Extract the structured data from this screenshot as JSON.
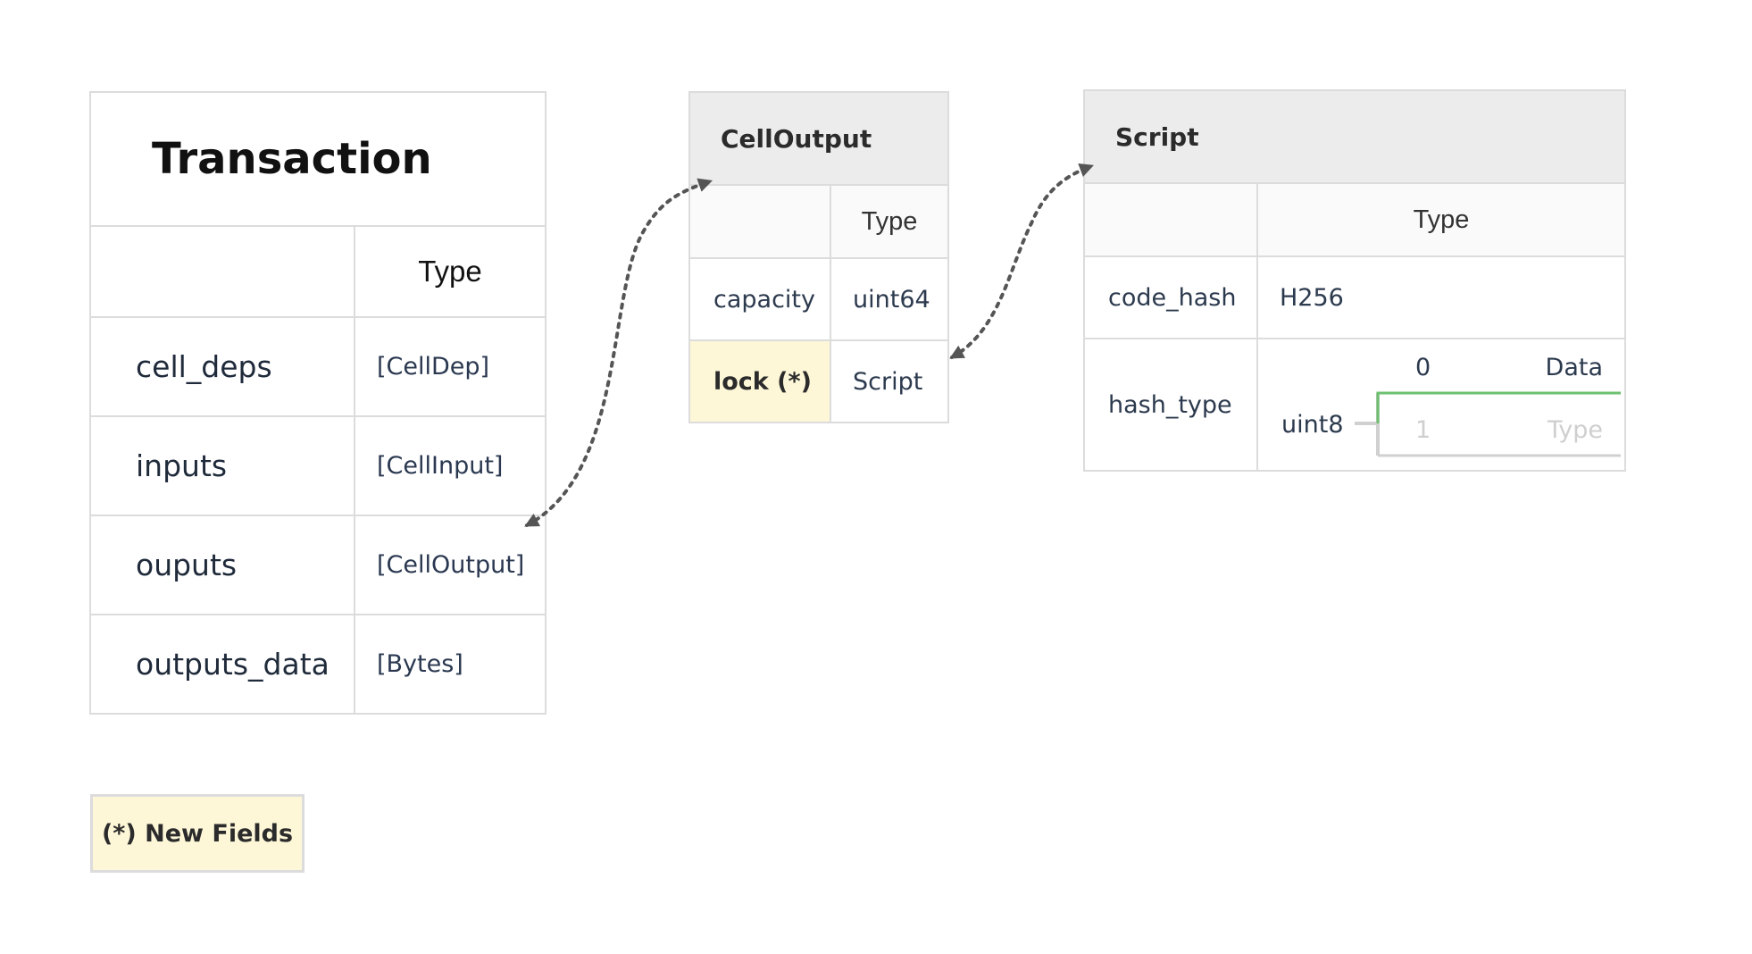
{
  "transaction": {
    "title": "Transaction",
    "type_header": "Type",
    "rows": [
      {
        "name": "cell_deps",
        "type": "[CellDep]"
      },
      {
        "name": "inputs",
        "type": "[CellInput]"
      },
      {
        "name": "ouputs",
        "type": "[CellOutput]"
      },
      {
        "name": "outputs_data",
        "type": "[Bytes]"
      }
    ]
  },
  "cell_output": {
    "title": "CellOutput",
    "type_header": "Type",
    "rows": [
      {
        "name": "capacity",
        "type": "uint64"
      },
      {
        "name": "lock (*)",
        "type": "Script",
        "highlighted": true
      }
    ]
  },
  "script": {
    "title": "Script",
    "type_header": "Type",
    "rows": [
      {
        "name": "code_hash",
        "type": "H256"
      },
      {
        "name": "hash_type",
        "type": "uint8"
      }
    ],
    "hash_type_enum": [
      {
        "value": "0",
        "label": "Data",
        "active": true
      },
      {
        "value": "1",
        "label": "Type",
        "active": false
      }
    ]
  },
  "legend": {
    "label": "(*) New Fields"
  },
  "colors": {
    "highlight": "#fdf7d8",
    "header_bg": "#ececec",
    "border": "#dcdcdc",
    "arrow": "#555555",
    "enum_active": "#6cc070",
    "enum_inactive": "#d0d0d0"
  }
}
